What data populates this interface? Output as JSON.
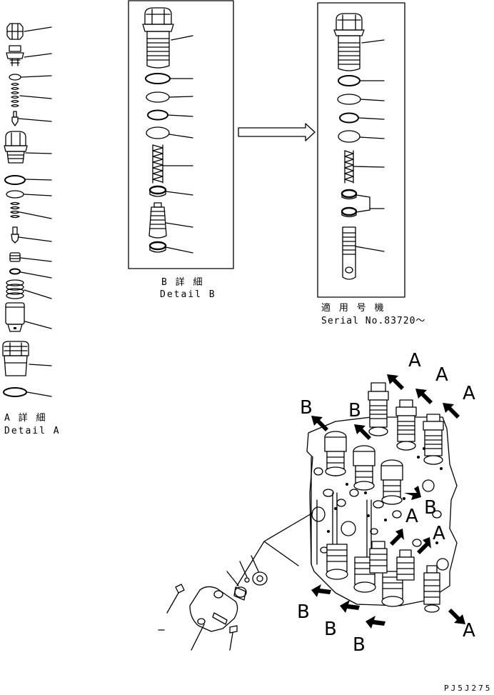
{
  "detail_a": {
    "jp": "A 詳 細",
    "en": "Detail A"
  },
  "detail_b": {
    "jp": "B 詳 細",
    "en": "Detail B"
  },
  "serial": {
    "jp": "適 用 号 機",
    "en": "Serial No.83720～"
  },
  "view_letters": {
    "a": "A",
    "b": "B"
  },
  "drawing_code": "PJ5J275"
}
